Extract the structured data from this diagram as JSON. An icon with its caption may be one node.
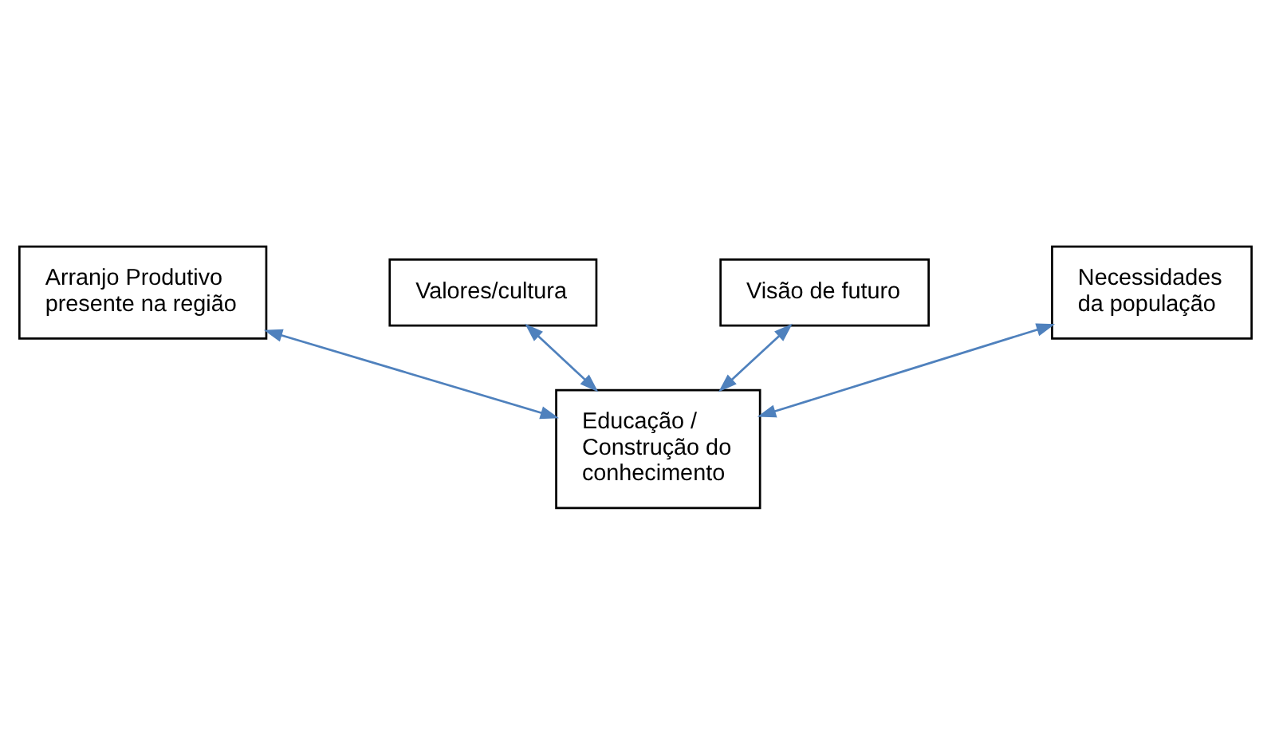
{
  "diagram": {
    "nodes": [
      {
        "text": [
          "Arranjo Produtivo presente na região"
        ]
      },
      {
        "text": [
          "Valores/cultura"
        ]
      },
      {
        "text": [
          "Visão de futuro"
        ]
      },
      {
        "text": [
          "Necessidades da população"
        ]
      },
      {
        "text": [
          "Educação / Construção do conhecimento"
        ]
      }
    ],
    "edges": [
      {
        "from": 0,
        "to": 4,
        "arrow": "both"
      },
      {
        "from": 1,
        "to": 4,
        "arrow": "both"
      },
      {
        "from": 2,
        "to": 4,
        "arrow": "both"
      },
      {
        "from": 3,
        "to": 4,
        "arrow": "both"
      }
    ]
  }
}
